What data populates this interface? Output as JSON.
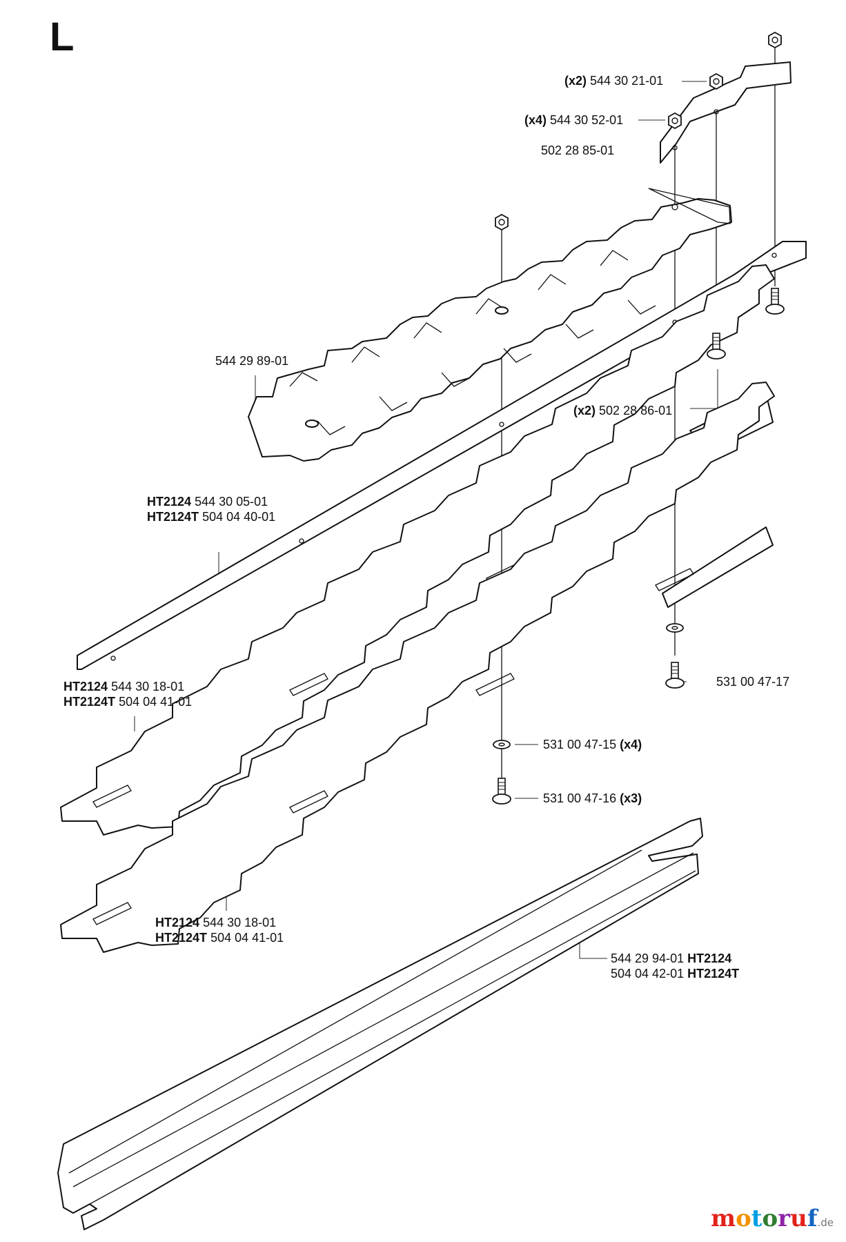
{
  "section_letter": "L",
  "watermark": {
    "text": "motoruf",
    "suffix": ".de"
  },
  "labels": {
    "nut_x2": {
      "qty": "(x2)",
      "part": "544 30 21-01"
    },
    "nut_x4": {
      "qty": "(x4)",
      "part": "544 30 52-01"
    },
    "bracket": {
      "part": "502 28 85-01"
    },
    "guide_blade": {
      "part": "544 29 89-01"
    },
    "screw_x2": {
      "qty": "(x2)",
      "part": "502 28 86-01"
    },
    "bar": {
      "model1": "HT2124",
      "part1": "544 30 05-01",
      "model2": "HT2124T",
      "part2": "504 04 40-01"
    },
    "blade_upper": {
      "model1": "HT2124",
      "part1": "544 30 18-01",
      "model2": "HT2124T",
      "part2": "504 04 41-01"
    },
    "blade_lower": {
      "model1": "HT2124",
      "part1": "544 30 18-01",
      "model2": "HT2124T",
      "part2": "504 04 41-01"
    },
    "screw_17": {
      "part": "531 00 47-17"
    },
    "washer": {
      "part": "531 00 47-15",
      "qty": "(x4)"
    },
    "screw_16": {
      "part": "531 00 47-16",
      "qty": "(x3)"
    },
    "guard": {
      "part1": "544 29 94-01",
      "model1": "HT2124",
      "part2": "504 04 42-01",
      "model2": "HT2124T"
    }
  },
  "colors": {
    "line": "#111111",
    "leader": "#555555",
    "background": "#ffffff"
  }
}
